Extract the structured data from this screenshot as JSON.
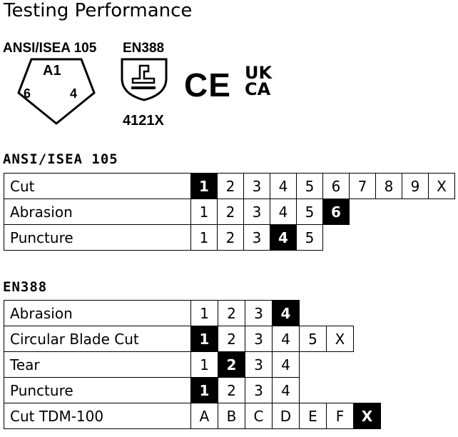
{
  "page_title": "Testing Performance",
  "badges": {
    "ansi_label": "ANSI/ISEA 105",
    "ansi_pentagon": {
      "cut": "A1",
      "left": "6",
      "right": "4"
    },
    "en388_label": "EN388",
    "en388_code": "4121X",
    "ce_mark": "CE",
    "ukca_line1": "UK",
    "ukca_line2": "CA"
  },
  "ansi_section": {
    "title": "ANSI/ISEA 105",
    "rows": [
      {
        "label": "Cut",
        "values": [
          "1",
          "2",
          "3",
          "4",
          "5",
          "6",
          "7",
          "8",
          "9",
          "X"
        ],
        "selected": "1"
      },
      {
        "label": "Abrasion",
        "values": [
          "1",
          "2",
          "3",
          "4",
          "5",
          "6"
        ],
        "selected": "6"
      },
      {
        "label": "Puncture",
        "values": [
          "1",
          "2",
          "3",
          "4",
          "5"
        ],
        "selected": "4"
      }
    ]
  },
  "en388_section": {
    "title": "EN388",
    "rows": [
      {
        "label": "Abrasion",
        "values": [
          "1",
          "2",
          "3",
          "4"
        ],
        "selected": "4"
      },
      {
        "label": "Circular Blade Cut",
        "values": [
          "1",
          "2",
          "3",
          "4",
          "5",
          "X"
        ],
        "selected": "1"
      },
      {
        "label": "Tear",
        "values": [
          "1",
          "2",
          "3",
          "4"
        ],
        "selected": "2"
      },
      {
        "label": "Puncture",
        "values": [
          "1",
          "2",
          "3",
          "4"
        ],
        "selected": "1"
      },
      {
        "label": "Cut TDM-100",
        "values": [
          "A",
          "B",
          "C",
          "D",
          "E",
          "F",
          "X"
        ],
        "selected": "X"
      }
    ]
  }
}
